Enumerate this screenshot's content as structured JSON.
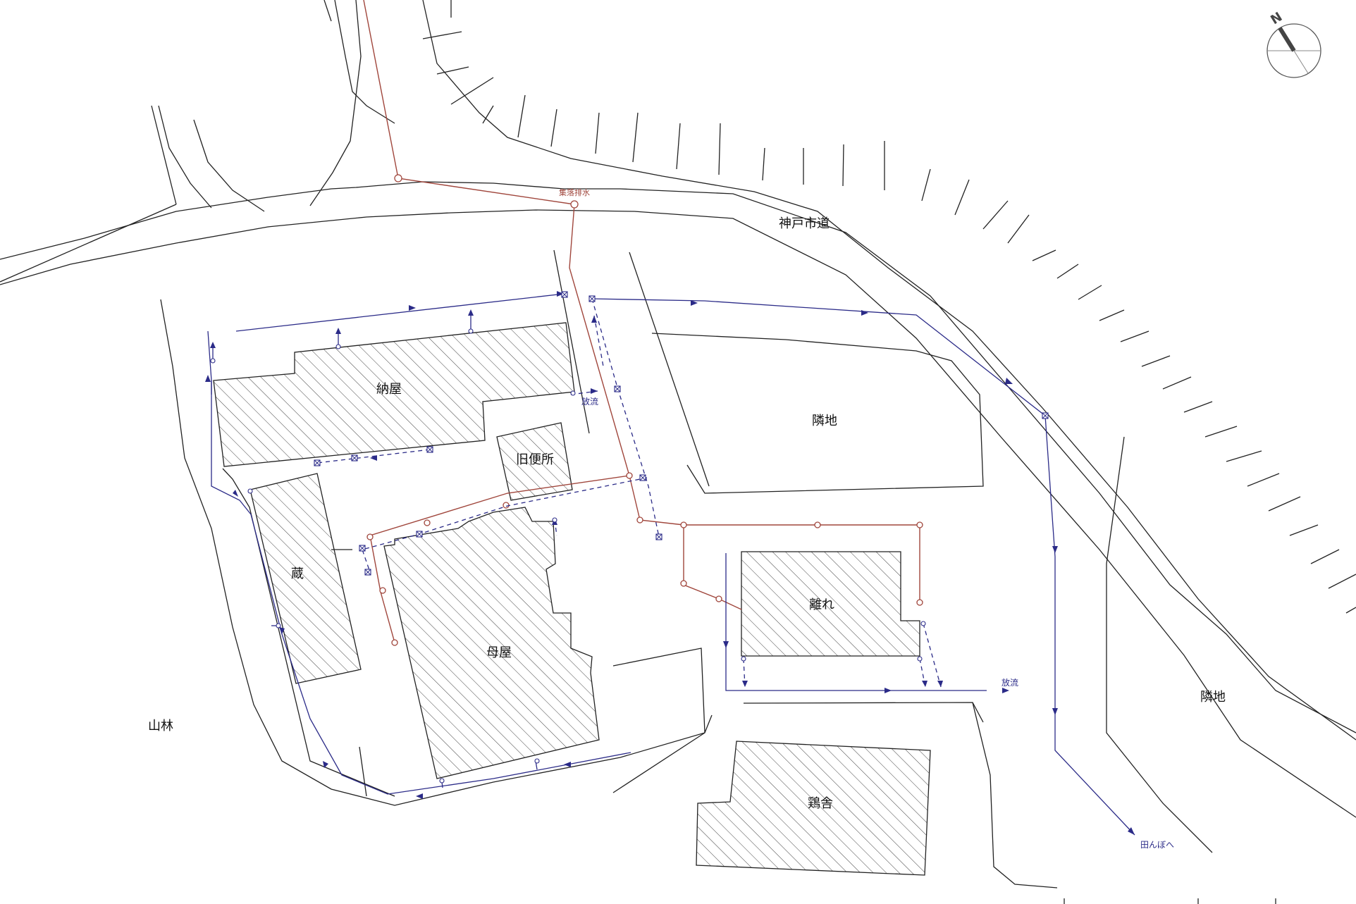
{
  "labels": {
    "kobe_road": "神戸市道",
    "nouya": "納屋",
    "kyu_benjo": "旧便所",
    "rinchi_north": "隣地",
    "rinchi_east": "隣地",
    "kura": "蔵",
    "omoya": "母屋",
    "hanare": "離れ",
    "sanrin": "山林",
    "keisha": "鶏舎",
    "shuraku_haisui": "集落排水",
    "houryuu_1": "放流",
    "houryuu_2": "放流",
    "tanbo": "田んぼへ"
  },
  "north_arrow": {
    "letter": "N"
  },
  "colors": {
    "outline": "#222222",
    "sewer": "#a0463c",
    "storm": "#2b2b88"
  }
}
